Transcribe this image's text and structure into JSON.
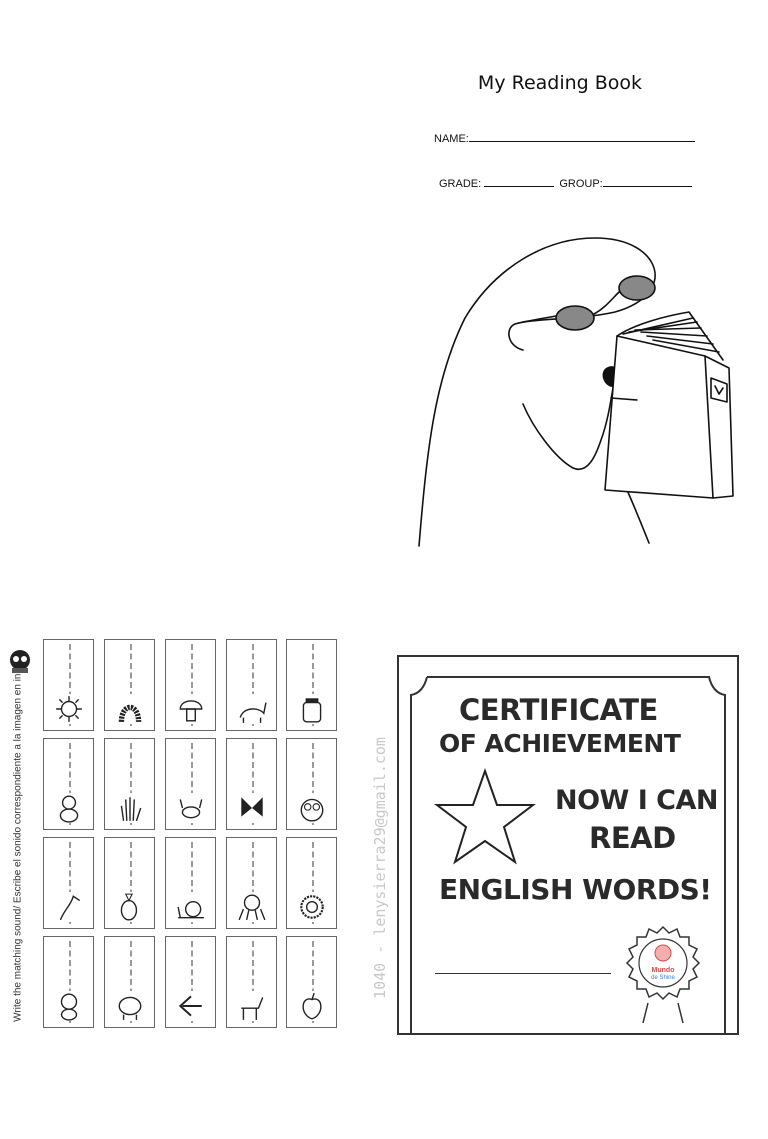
{
  "cover": {
    "title": "My Reading Book",
    "name_label": "NAME:",
    "grade_label": "GRADE:",
    "group_label": "GROUP:"
  },
  "worksheet": {
    "instructions": "Write the matching sound/ Escribe el sonido correspondiente a la imagen en inglés",
    "rows": 4,
    "columns": 5,
    "pictures": [
      [
        "sun-icon",
        "caterpillar-icon",
        "mushroom-icon",
        "tiger-icon",
        "jar-icon"
      ],
      [
        "teddy-bear-icon",
        "hand-icon",
        "crab-icon",
        "butterfly-icon",
        "owl-icon"
      ],
      [
        "bird-icon",
        "fish-icon",
        "snail-icon",
        "octopus-icon",
        "lion-icon"
      ],
      [
        "monkey-icon",
        "elephant-icon",
        "arrow-left-icon",
        "horse-icon",
        "apple-icon"
      ]
    ]
  },
  "watermark": {
    "text": "1040 - lenysierra29@gmail.com"
  },
  "certificate": {
    "line1": "CERTIFICATE",
    "line2": "OF ACHIEVEMENT",
    "line3": "NOW I CAN",
    "line4": "READ",
    "line5": "ENGLISH WORDS!",
    "badge_brand": "Mundo",
    "badge_sub": "de Shine"
  },
  "colors": {
    "ink": "#111111",
    "frame": "#333333",
    "watermark": "#c8c8c8",
    "badge_red": "#d94a4a",
    "badge_blue": "#3a7bd5"
  }
}
